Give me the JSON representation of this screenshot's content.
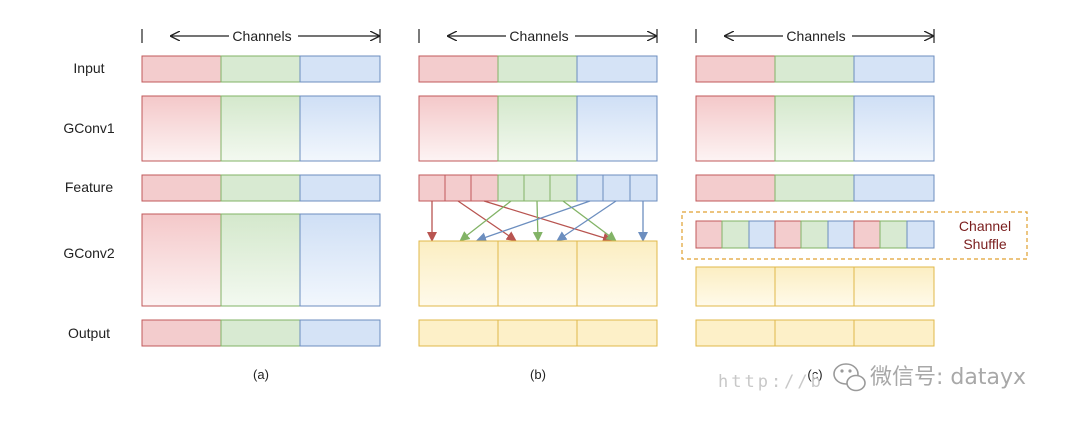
{
  "header": {
    "channels_label": "Channels"
  },
  "row_labels": {
    "input": "Input",
    "gconv1": "GConv1",
    "feature": "Feature",
    "gconv2": "GConv2",
    "output": "Output"
  },
  "captions": {
    "a": "(a)",
    "b": "(b)",
    "c": "(c)"
  },
  "shuffle": {
    "line1": "Channel",
    "line2": "Shuffle"
  },
  "watermark": {
    "url": "http://b",
    "text": "微信号: datayx"
  },
  "colors": {
    "red_stroke": "#c0585a",
    "red_fill": "#f3cccd",
    "green_stroke": "#82b366",
    "green_fill": "#d8ead2",
    "blue_stroke": "#6c8ebf",
    "blue_fill": "#d5e3f6",
    "yellow_stroke": "#e0b84a",
    "yellow_fill": "#fdf0c8",
    "shuffle_border": "#e0a030"
  }
}
